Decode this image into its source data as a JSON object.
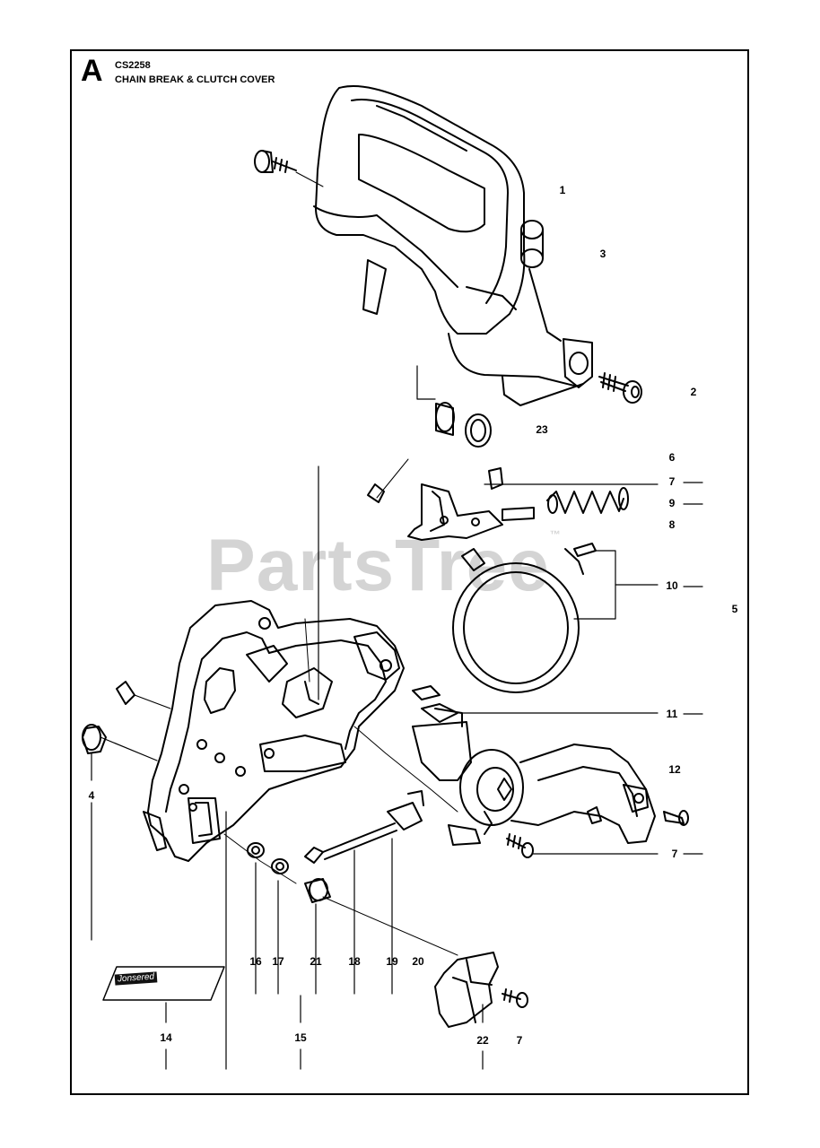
{
  "header": {
    "section_letter": "A",
    "model": "CS2258",
    "title": "CHAIN BREAK & CLUTCH COVER"
  },
  "watermark": {
    "text": "PartsTree",
    "trademark": "™"
  },
  "decal_text": "Jonsered",
  "callouts": {
    "c1": "1",
    "c2": "2",
    "c3": "3",
    "c4": "4",
    "c5": "5",
    "c6": "6",
    "c7a": "7",
    "c7b": "7",
    "c7c": "7",
    "c8": "8",
    "c9": "9",
    "c10": "10",
    "c11": "11",
    "c12": "12",
    "c14": "14",
    "c15": "15",
    "c16": "16",
    "c17": "17",
    "c18": "18",
    "c19": "19",
    "c20": "20",
    "c21": "21",
    "c22": "22",
    "c23": "23"
  }
}
